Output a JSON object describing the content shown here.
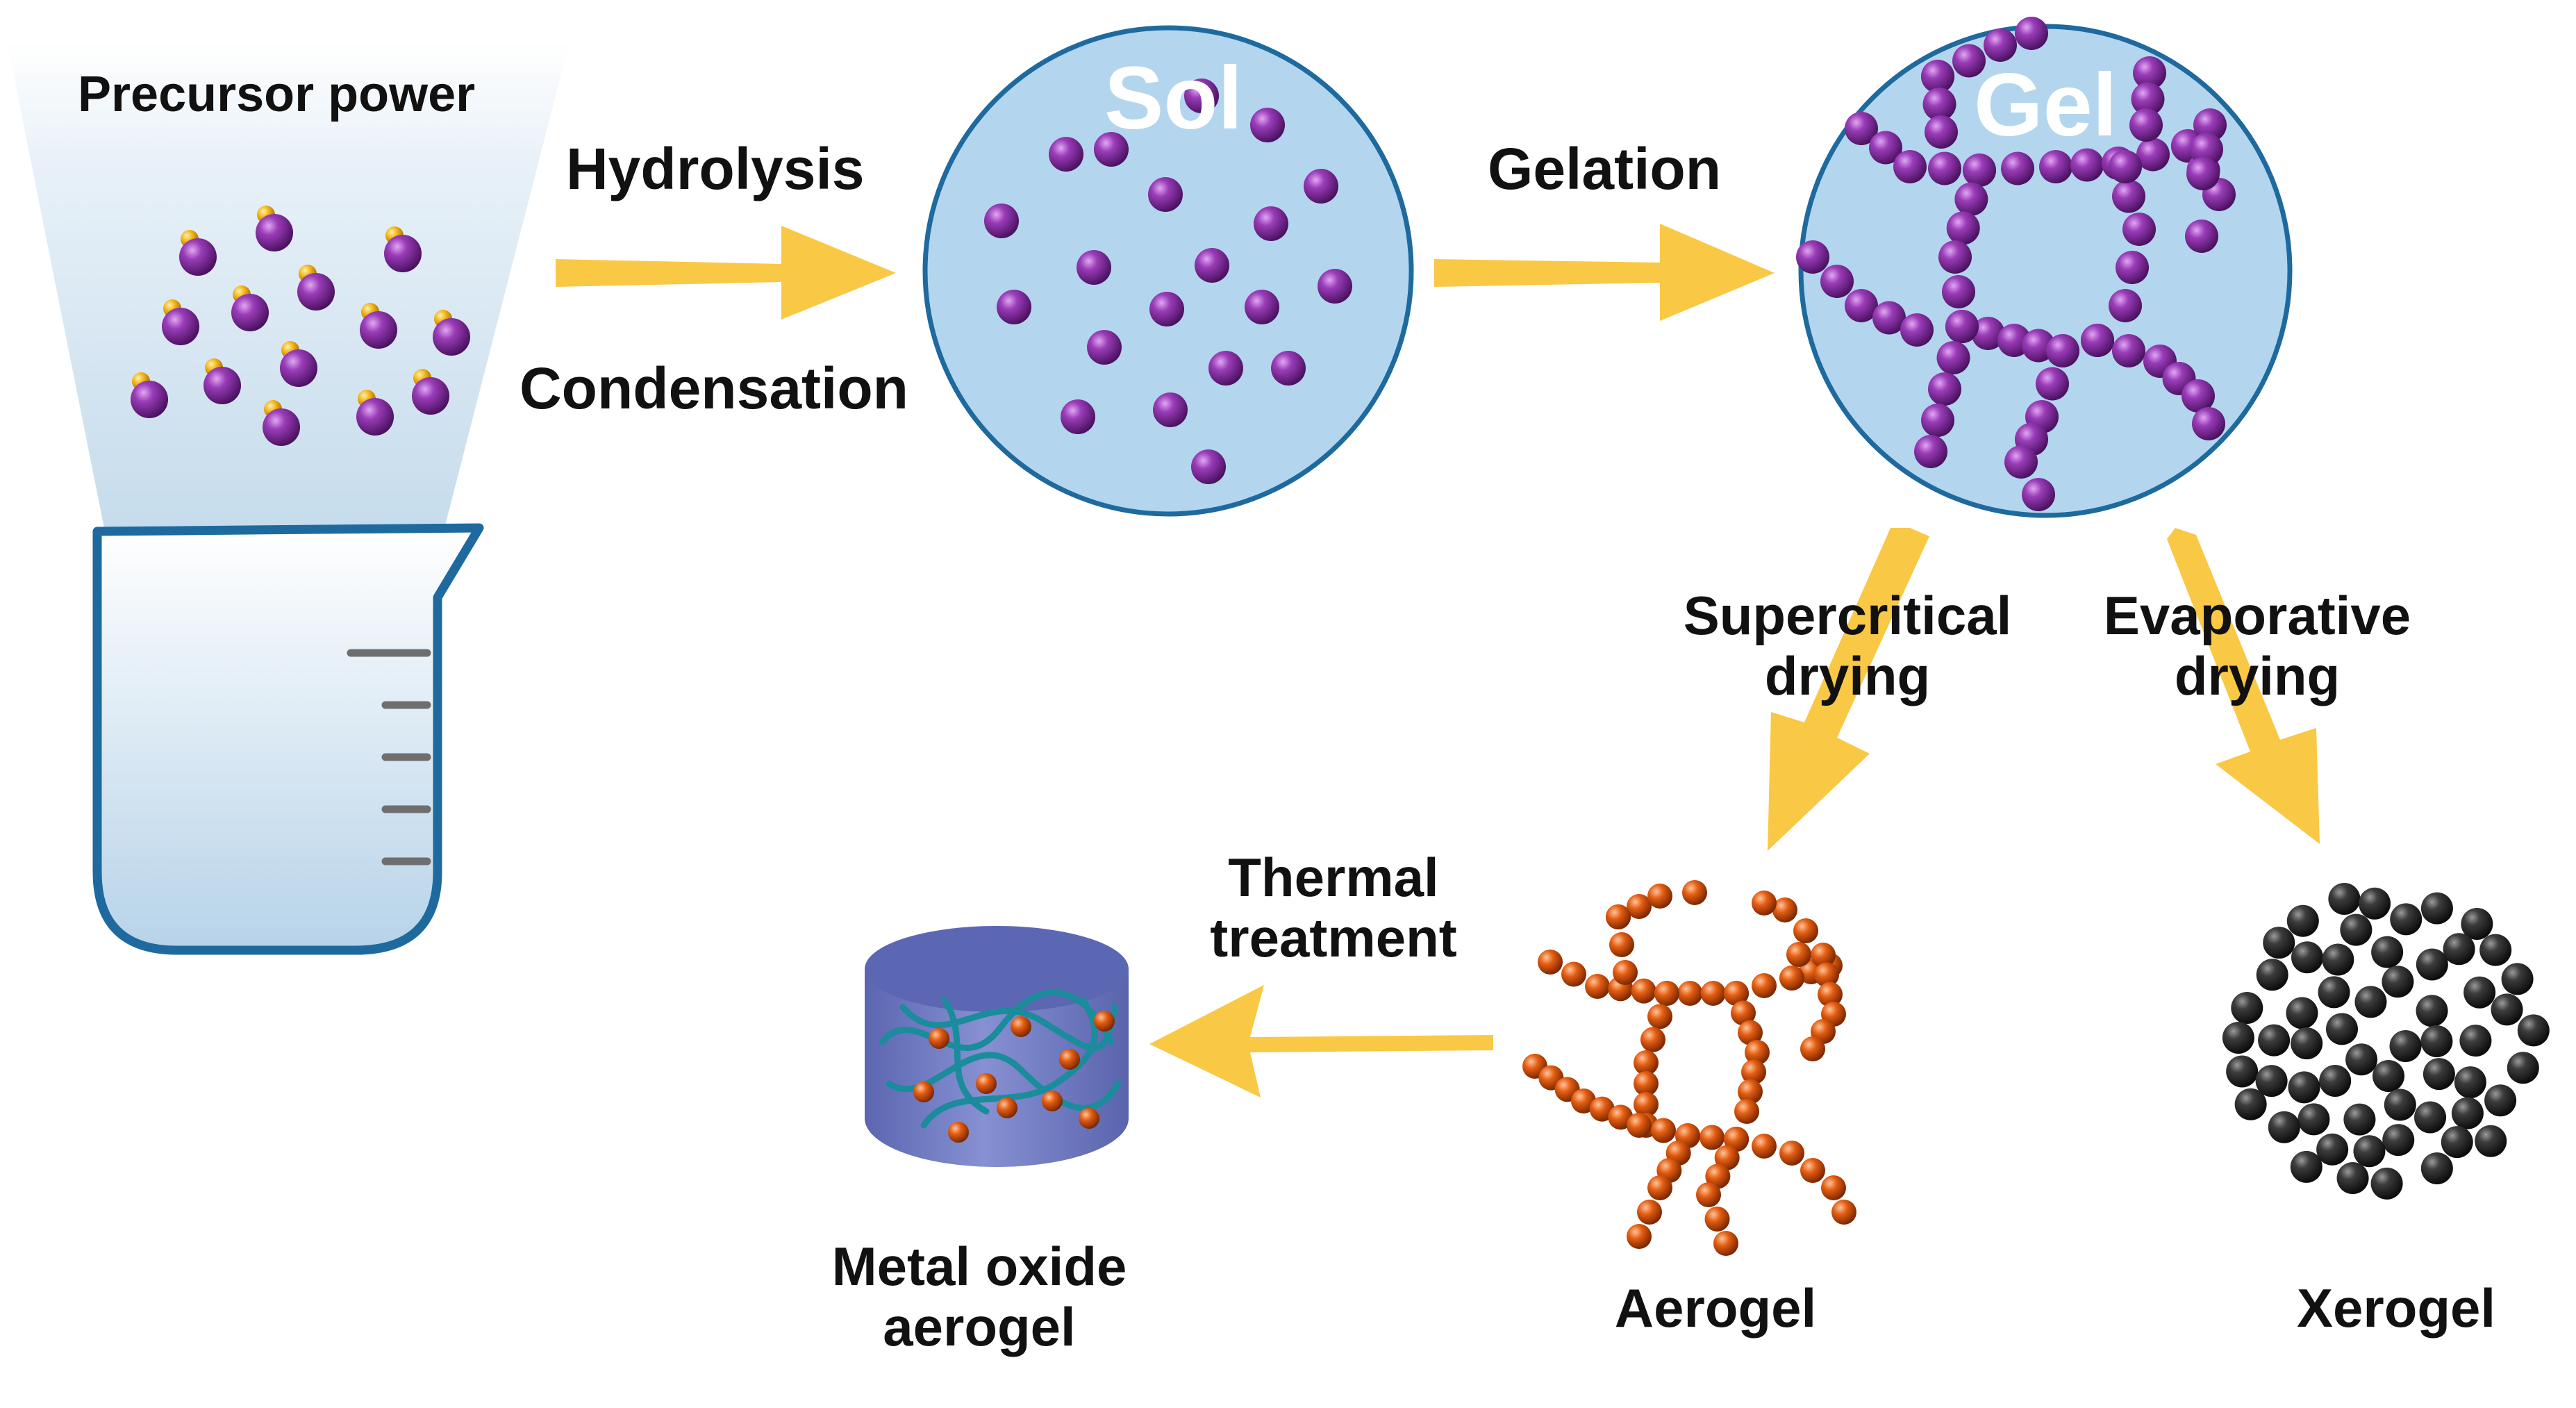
{
  "labels": {
    "precursor": "Precursor power",
    "hydrolysis": "Hydrolysis",
    "condensation": "Condensation",
    "sol": "Sol",
    "gelation": "Gelation",
    "gel": "Gel",
    "supercritical_1": "Supercritical",
    "supercritical_2": "drying",
    "evaporative_1": "Evaporative",
    "evaporative_2": "drying",
    "thermal_1": "Thermal",
    "thermal_2": "treatment",
    "metal_oxide_1": "Metal oxide",
    "metal_oxide_2": "aerogel",
    "aerogel": "Aerogel",
    "xerogel": "Xerogel"
  },
  "colors": {
    "arrow": "#f9c845",
    "sol_gel_circle_fill": "#b3d6ee",
    "circle_border": "#1e6a9e",
    "particle_purple": "#7d2a96",
    "atom_yellow": "#f2b418",
    "aerogel_orange": "#d9500a",
    "xerogel_dark": "#2e2e2e",
    "beaker_outline": "#1e6a9e",
    "cylinder_blue": "#7783c7",
    "fiber_teal": "#1a8c9c"
  }
}
